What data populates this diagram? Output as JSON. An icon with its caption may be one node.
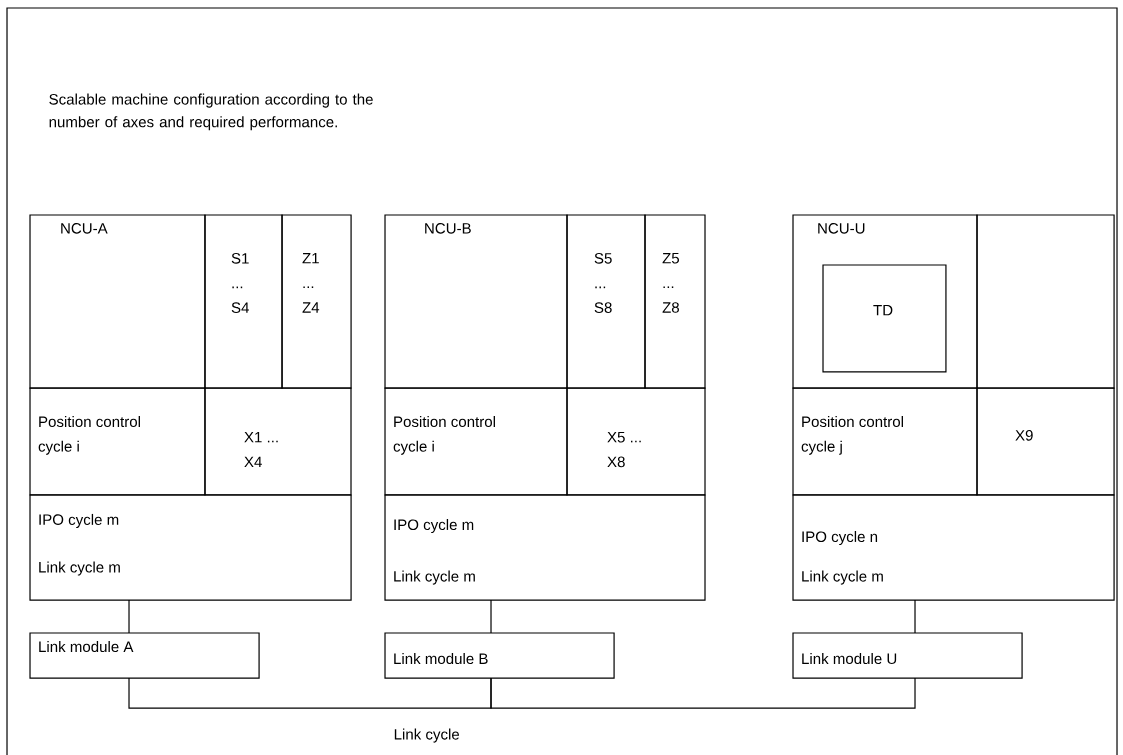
{
  "diagram": {
    "title": "Scalable machine configuration according to the number of axes and required performance.",
    "nodes": [
      {
        "text": [
          "NCU-A"
        ]
      },
      {
        "text": [
          "S1 ... S4"
        ]
      },
      {
        "text": [
          "Z1 ... Z4"
        ]
      },
      {
        "text": [
          "Position control cycle i"
        ]
      },
      {
        "text": [
          "X1 ... X4"
        ]
      },
      {
        "text": [
          "IPO cycle m",
          "Link cycle m"
        ]
      },
      {
        "text": [
          "NCU-B"
        ]
      },
      {
        "text": [
          "S5 ... S8"
        ]
      },
      {
        "text": [
          "Z5 ... Z8"
        ]
      },
      {
        "text": [
          "Position control cycle i"
        ]
      },
      {
        "text": [
          "X5 ... X8"
        ]
      },
      {
        "text": [
          "IPO cycle m",
          "Link cycle m"
        ]
      },
      {
        "text": [
          "NCU-U"
        ]
      },
      {
        "text": [
          "TD"
        ],
        "in": 12
      },
      {
        "text": [],
        "shape": "box"
      },
      {
        "text": [
          "Position control cycle j"
        ]
      },
      {
        "text": [
          "X9"
        ]
      },
      {
        "text": [
          "IPO cycle n",
          "Link cycle m"
        ]
      },
      {
        "text": [
          "Link module A"
        ]
      },
      {
        "text": [
          "Link module B"
        ]
      },
      {
        "text": [
          "Link module U"
        ]
      }
    ],
    "edges": [
      {
        "from": 5,
        "to": 18,
        "arrow": "none"
      },
      {
        "from": 11,
        "to": 19,
        "arrow": "none"
      },
      {
        "from": 17,
        "to": 20,
        "arrow": "none"
      },
      {
        "from": 18,
        "to": 19,
        "arrow": "none"
      },
      {
        "from": 19,
        "to": 20,
        "arrow": "none"
      }
    ],
    "labels": [
      "Link cycle"
    ]
  }
}
